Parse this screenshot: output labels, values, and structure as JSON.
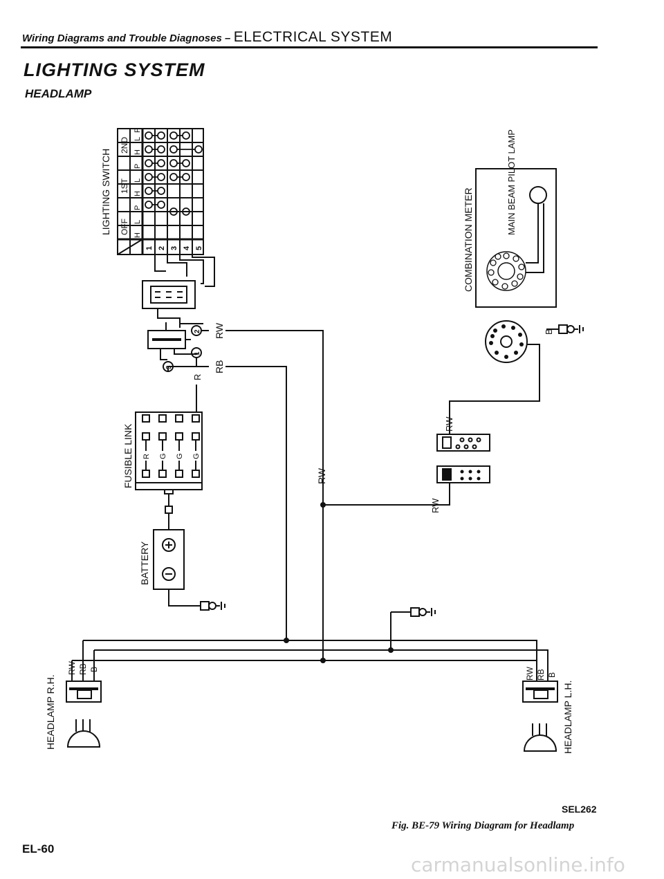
{
  "header": {
    "prefix": "Wiring Diagrams and Trouble Diagnoses –",
    "section": "ELECTRICAL SYSTEM"
  },
  "title": "LIGHTING SYSTEM",
  "subtitle": "HEADLAMP",
  "components": {
    "lighting_switch": "LIGHTING SWITCH",
    "switch_positions": [
      "OFF",
      "1ST",
      "2ND"
    ],
    "switch_columns": [
      "H",
      "L",
      "P",
      "H",
      "L",
      "P",
      "H",
      "L",
      "P"
    ],
    "switch_terminals": [
      "1",
      "2",
      "3",
      "4",
      "5"
    ],
    "fusible_link": "FUSIBLE LINK",
    "fusible_wires": [
      "R",
      "G",
      "G",
      "G"
    ],
    "battery": "BATTERY",
    "combination_meter": "COMBINATION METER",
    "main_beam_pilot_lamp": "MAIN BEAM PILOT LAMP",
    "headlamp_rh": "HEADLAMP R.H.",
    "headlamp_lh": "HEADLAMP L.H."
  },
  "wire_labels": {
    "rw": "RW",
    "rb": "RB",
    "r": "R",
    "b": "B"
  },
  "pin_numbers": {
    "pin1": "1",
    "pin2": "2",
    "pin3": "3"
  },
  "figure": {
    "code": "SEL262",
    "caption": "Fig. BE-79 Wiring Diagram for Headlamp"
  },
  "page_number": "EL-60",
  "watermark": "carmanualsonline.info"
}
